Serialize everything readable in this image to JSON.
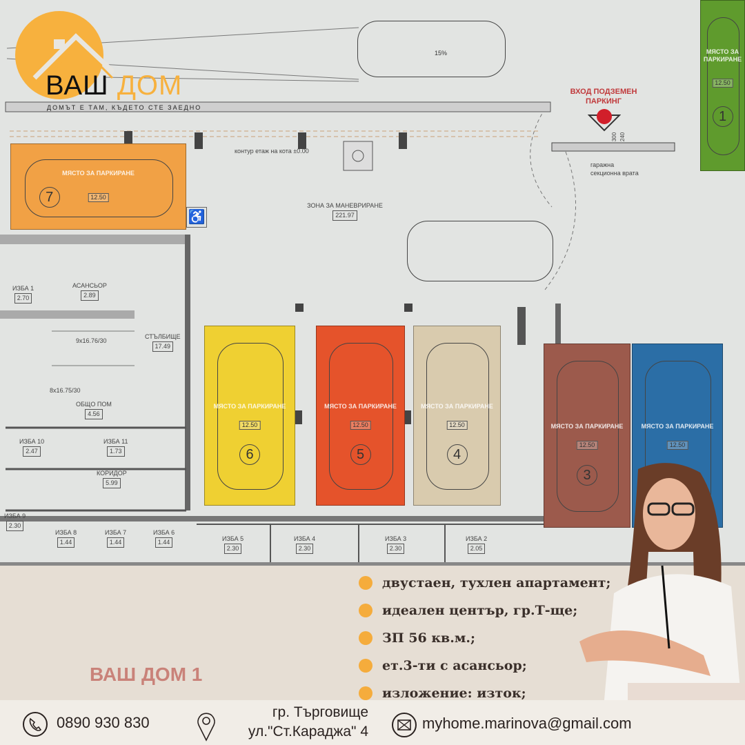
{
  "logo": {
    "word1": "ВАШ",
    "word2": "ДОМ",
    "tagline": "ДОМЪТ Е ТАМ, КЪДЕТО СТЕ ЗАЕДНО",
    "sun_color": "#f7b13e"
  },
  "plan": {
    "entrance_line1": "ВХОД ПОДЗЕМЕН",
    "entrance_line2": "ПАРКИНГ",
    "ramp_slope": "15%",
    "contour_note": "контур етаж на кота ±0.00",
    "garage_door_line1": "гаражна",
    "garage_door_line2": "секционна врата",
    "door_dims": [
      "300",
      "240"
    ],
    "maneuver_label": "ЗОНА ЗА МАНЕВРИРАНЕ",
    "maneuver_area": "221.97",
    "spots": [
      {
        "num": "7",
        "label": "МЯСТО ЗА ПАРКИРАНЕ",
        "area": "12.50",
        "color": "#f1a145"
      },
      {
        "num": "6",
        "label": "МЯСТО ЗА ПАРКИРАНЕ",
        "area": "12.50",
        "color": "#efd032"
      },
      {
        "num": "5",
        "label": "МЯСТО ЗА ПАРКИРАНЕ",
        "area": "12.50",
        "color": "#e5532b"
      },
      {
        "num": "4",
        "label": "МЯСТО ЗА ПАРКИРАНЕ",
        "area": "12.50",
        "color": "#d9cbae"
      },
      {
        "num": "3",
        "label": "МЯСТО ЗА ПАРКИРАНЕ",
        "area": "12.50",
        "color": "#9c5a4c"
      },
      {
        "num": "",
        "label": "МЯСТО ЗА ПАРКИРАНЕ",
        "area": "12.50",
        "color": "#2b6ea6"
      },
      {
        "num": "1",
        "label": "МЯСТО ЗА ПАРКИРАНЕ",
        "area": "12.50",
        "color": "#5f9b2d"
      }
    ],
    "rooms": [
      {
        "name": "ИЗБА 1",
        "area": "2.70"
      },
      {
        "name": "АСАНСЬОР",
        "area": "2.89"
      },
      {
        "name": "СТЪЛБИЩЕ",
        "area": "17.49"
      },
      {
        "name": "ОБЩО ПОМ",
        "area": "4.56"
      },
      {
        "name": "ИЗБА 10",
        "area": "2.47"
      },
      {
        "name": "ИЗБА 11",
        "area": "1.73"
      },
      {
        "name": "КОРИДОР",
        "area": "5.99"
      },
      {
        "name": "ИЗБА 9",
        "area": "2.30"
      },
      {
        "name": "ИЗБА 8",
        "area": "1.44"
      },
      {
        "name": "ИЗБА 7",
        "area": "1.44"
      },
      {
        "name": "ИЗБА 6",
        "area": "1.44"
      },
      {
        "name": "ИЗБА 5",
        "area": "2.30"
      },
      {
        "name": "ИЗБА 4",
        "area": "2.30"
      },
      {
        "name": "ИЗБА 3",
        "area": "2.30"
      },
      {
        "name": "ИЗБА 2",
        "area": "2.05"
      }
    ],
    "stairs": [
      "9x16.76/30",
      "8x16.75/30"
    ]
  },
  "listing": {
    "title": "ВАШ ДОМ 1",
    "title_color": "#c98279",
    "bullets": [
      "двустаен, тухлен апартамент;",
      "идеален център, гр.Т-ще;",
      "ЗП 56  кв.м.;",
      "ет.3-ти  с асансьор;",
      "изложение: изток;"
    ]
  },
  "contact": {
    "phone": "0890 930 830",
    "address_line1": "гр. Търговище",
    "address_line2": "ул.\"Ст.Караджа\" 4",
    "email": "myhome.marinova@gmail.com",
    "icons": [
      "phone-icon",
      "location-pin-icon",
      "mail-icon"
    ]
  }
}
